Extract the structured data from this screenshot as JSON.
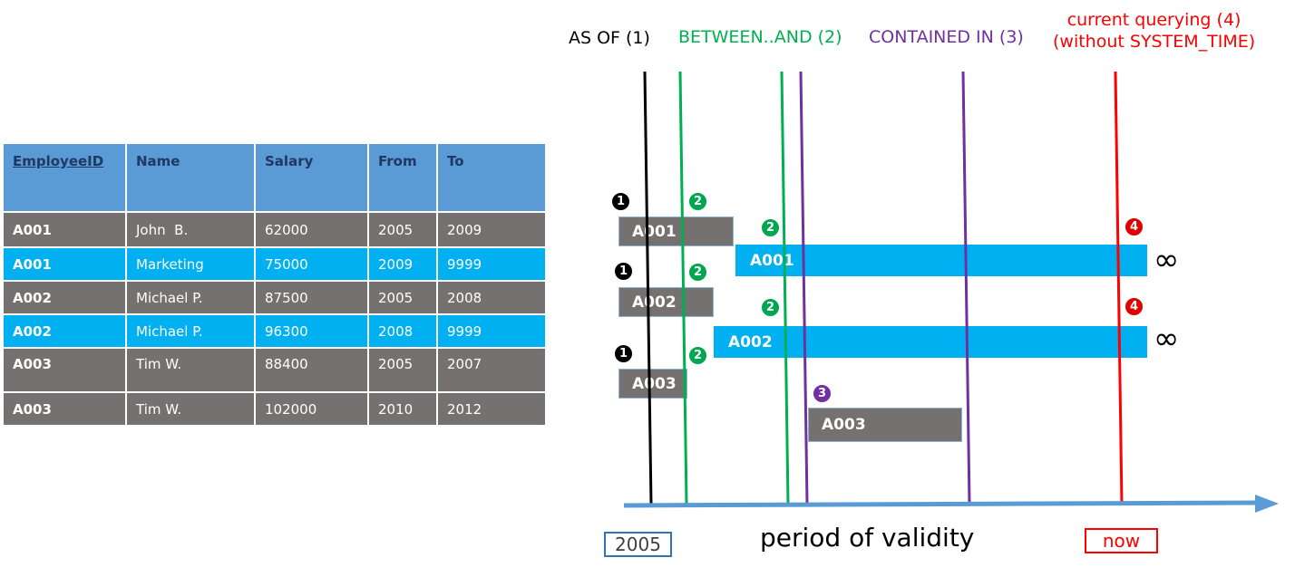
{
  "table": {
    "headers": [
      "EmployeeID",
      "Name",
      "Salary",
      "From",
      "To"
    ],
    "rows": [
      [
        "A001",
        "John  B.",
        "62000",
        "2005",
        "2009"
      ],
      [
        "A001",
        "Marketing",
        "75000",
        "2009",
        "9999"
      ],
      [
        "A002",
        "Michael P.",
        "87500",
        "2005",
        "2008"
      ],
      [
        "A002",
        "Michael P.",
        "96300",
        "2008",
        "9999"
      ],
      [
        "A003",
        "Tim W.",
        "88400",
        "2005",
        "2007"
      ],
      [
        "A003",
        "Tim W.",
        "102000",
        "2010",
        "2012"
      ]
    ]
  },
  "diagram": {
    "query_labels": {
      "as_of": "AS OF (1)",
      "between_and": "BETWEEN..AND (2)",
      "contained_in": "CONTAINED IN (3)",
      "current_line1": "current querying (4)",
      "current_line2": "(without SYSTEM_TIME)"
    },
    "bars": {
      "a001_old": "A001",
      "a001_new": "A001",
      "a002_old": "A002",
      "a002_new": "A002",
      "a003_old": "A003",
      "a003_new": "A003"
    },
    "infinity": "∞",
    "badges": {
      "one": "1",
      "two": "2",
      "three": "3",
      "four": "4"
    },
    "axis": {
      "start_label": "2005",
      "axis_title": "period of validity",
      "end_label": "now"
    },
    "colors": {
      "as_of": "#000000",
      "between_and": "#00b050",
      "contained_in": "#7030a0",
      "current": "#ff0000",
      "axis": "#5b9bd5",
      "bar_grey": "#767171",
      "bar_blue": "#00b0f0"
    }
  }
}
